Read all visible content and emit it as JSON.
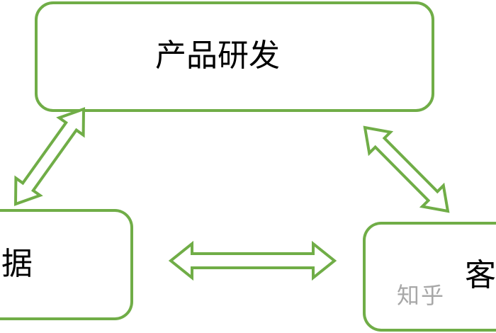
{
  "nodes": {
    "top": {
      "label": "产品研发"
    },
    "left": {
      "label": "据"
    },
    "right": {
      "label": "客"
    }
  },
  "watermark": "知乎",
  "colors": {
    "stroke": "#70ad47",
    "text": "#000000",
    "watermark": "#a8a8a8"
  },
  "edges": [
    {
      "from": "top",
      "to": "left",
      "type": "double-arrow"
    },
    {
      "from": "top",
      "to": "right",
      "type": "double-arrow"
    },
    {
      "from": "left",
      "to": "right",
      "type": "double-arrow"
    }
  ]
}
